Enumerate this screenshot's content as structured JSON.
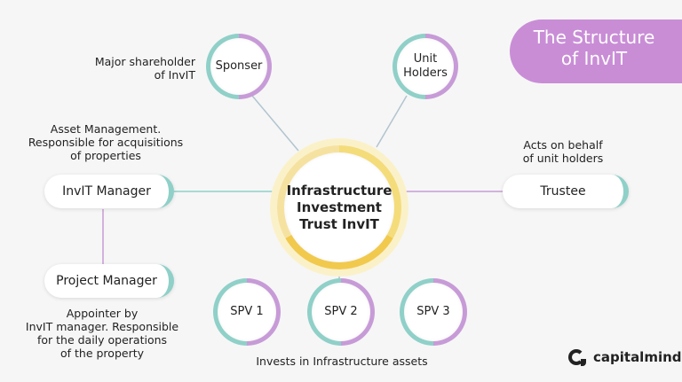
{
  "title": {
    "line1": "The Structure",
    "line2": "of InvIT"
  },
  "center": {
    "line1": "Infrastructure",
    "line2": "Investment",
    "line3": "Trust InvIT"
  },
  "nodes": {
    "sponser": "Sponser",
    "unit_holders_line1": "Unit",
    "unit_holders_line2": "Holders",
    "invit_manager": "InvIT Manager",
    "trustee": "Trustee",
    "project_manager": "Project Manager",
    "spv1": "SPV 1",
    "spv2": "SPV 2",
    "spv3": "SPV 3"
  },
  "notes": {
    "sponser_line1": "Major shareholder",
    "sponser_line2": "of InvIT",
    "manager_line1": "Asset Management.",
    "manager_line2": "Responsible for acquisitions",
    "manager_line3": "of properties",
    "trustee_line1": "Acts on behalf",
    "trustee_line2": "of unit holders",
    "project_line1": "Appointer by",
    "project_line2": "InvIT manager. Responsible",
    "project_line3": "for the daily operations",
    "project_line4": "of the property",
    "spv": "Invests in Infrastructure assets"
  },
  "brand": "capitalmind",
  "colors": {
    "purple": "#c98dd6",
    "teal": "#8fd0c8",
    "gold": "#f1c94d"
  }
}
